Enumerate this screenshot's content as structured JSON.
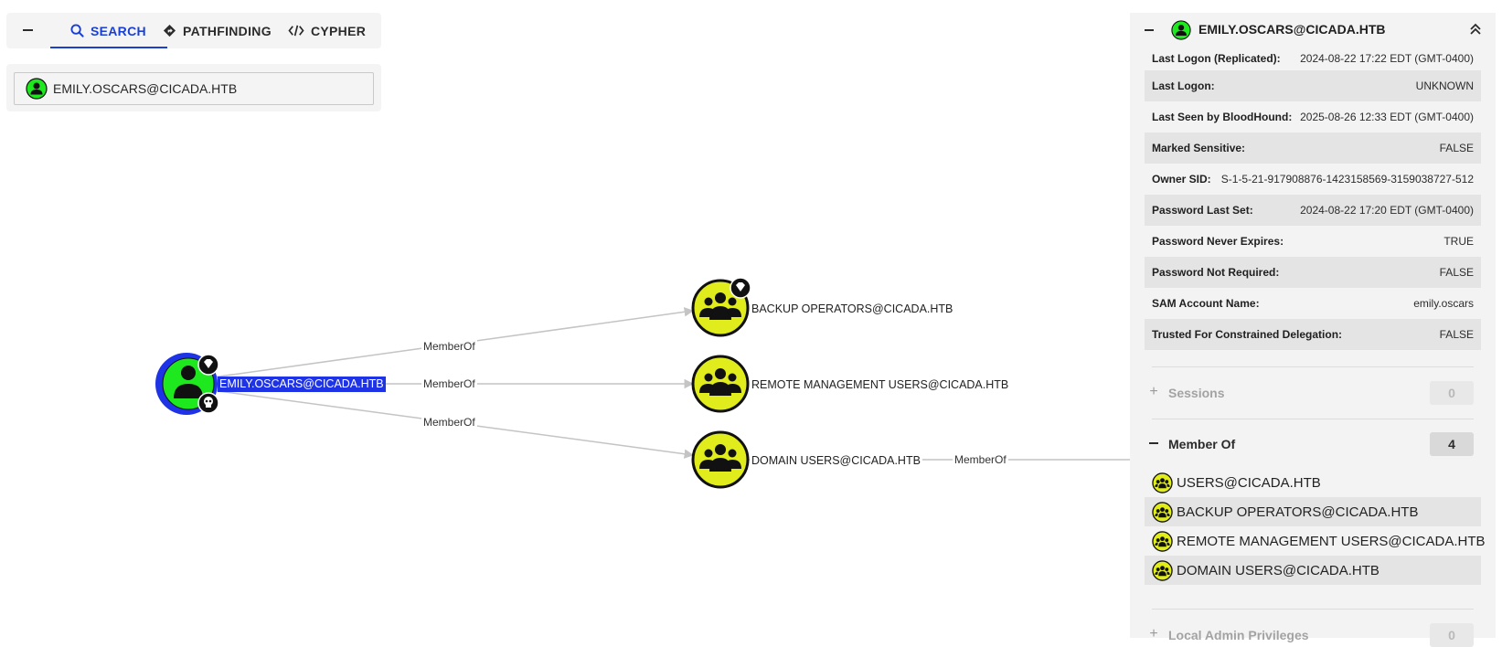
{
  "search_panel": {
    "tabs": [
      {
        "label": "SEARCH",
        "icon": "search-icon",
        "active": true
      },
      {
        "label": "PATHFINDING",
        "icon": "pathfinding-icon",
        "active": false
      },
      {
        "label": "CYPHER",
        "icon": "code-icon",
        "active": false
      }
    ],
    "search_value": "EMILY.OSCARS@CICADA.HTB"
  },
  "graph": {
    "nodes": [
      {
        "id": "emily",
        "label": "EMILY.OSCARS@CICADA.HTB",
        "type": "user",
        "selected": true
      },
      {
        "id": "backup",
        "label": "BACKUP OPERATORS@CICADA.HTB",
        "type": "group"
      },
      {
        "id": "remote",
        "label": "REMOTE MANAGEMENT USERS@CICADA.HTB",
        "type": "group"
      },
      {
        "id": "domain",
        "label": "DOMAIN USERS@CICADA.HTB",
        "type": "group"
      }
    ],
    "edges": [
      {
        "from": "emily",
        "to": "backup",
        "label": "MemberOf"
      },
      {
        "from": "emily",
        "to": "remote",
        "label": "MemberOf"
      },
      {
        "from": "emily",
        "to": "domain",
        "label": "MemberOf"
      },
      {
        "from": "domain",
        "to": "offscreen",
        "label": "MemberOf"
      }
    ],
    "colors": {
      "user_node": "#1ee81e",
      "user_ring": "#1e32e6",
      "group_node": "#e0ec1c",
      "node_border": "#111111",
      "edge": "#c4c4c4",
      "selected_label_bg": "#1e32e6"
    }
  },
  "entity_panel": {
    "title": "EMILY.OSCARS@CICADA.HTB",
    "properties": [
      {
        "key": "Last Logon (Replicated):",
        "value": "2024-08-22 17:22 EDT (GMT-0400)"
      },
      {
        "key": "Last Logon:",
        "value": "UNKNOWN"
      },
      {
        "key": "Last Seen by BloodHound:",
        "value": "2025-08-26 12:33 EDT (GMT-0400)"
      },
      {
        "key": "Marked Sensitive:",
        "value": "FALSE"
      },
      {
        "key": "Owner SID:",
        "value": "S-1-5-21-917908876-1423158569-3159038727-512"
      },
      {
        "key": "Password Last Set:",
        "value": "2024-08-22 17:20 EDT (GMT-0400)"
      },
      {
        "key": "Password Never Expires:",
        "value": "TRUE"
      },
      {
        "key": "Password Not Required:",
        "value": "FALSE"
      },
      {
        "key": "SAM Account Name:",
        "value": "emily.oscars"
      },
      {
        "key": "Trusted For Constrained Delegation:",
        "value": "FALSE"
      }
    ],
    "sections": [
      {
        "name": "Sessions",
        "count": "0",
        "expanded": false
      },
      {
        "name": "Member Of",
        "count": "4",
        "expanded": true
      },
      {
        "name": "Local Admin Privileges",
        "count": "0",
        "expanded": false
      }
    ],
    "member_of": [
      "USERS@CICADA.HTB",
      "BACKUP OPERATORS@CICADA.HTB",
      "REMOTE MANAGEMENT USERS@CICADA.HTB",
      "DOMAIN USERS@CICADA.HTB"
    ]
  }
}
